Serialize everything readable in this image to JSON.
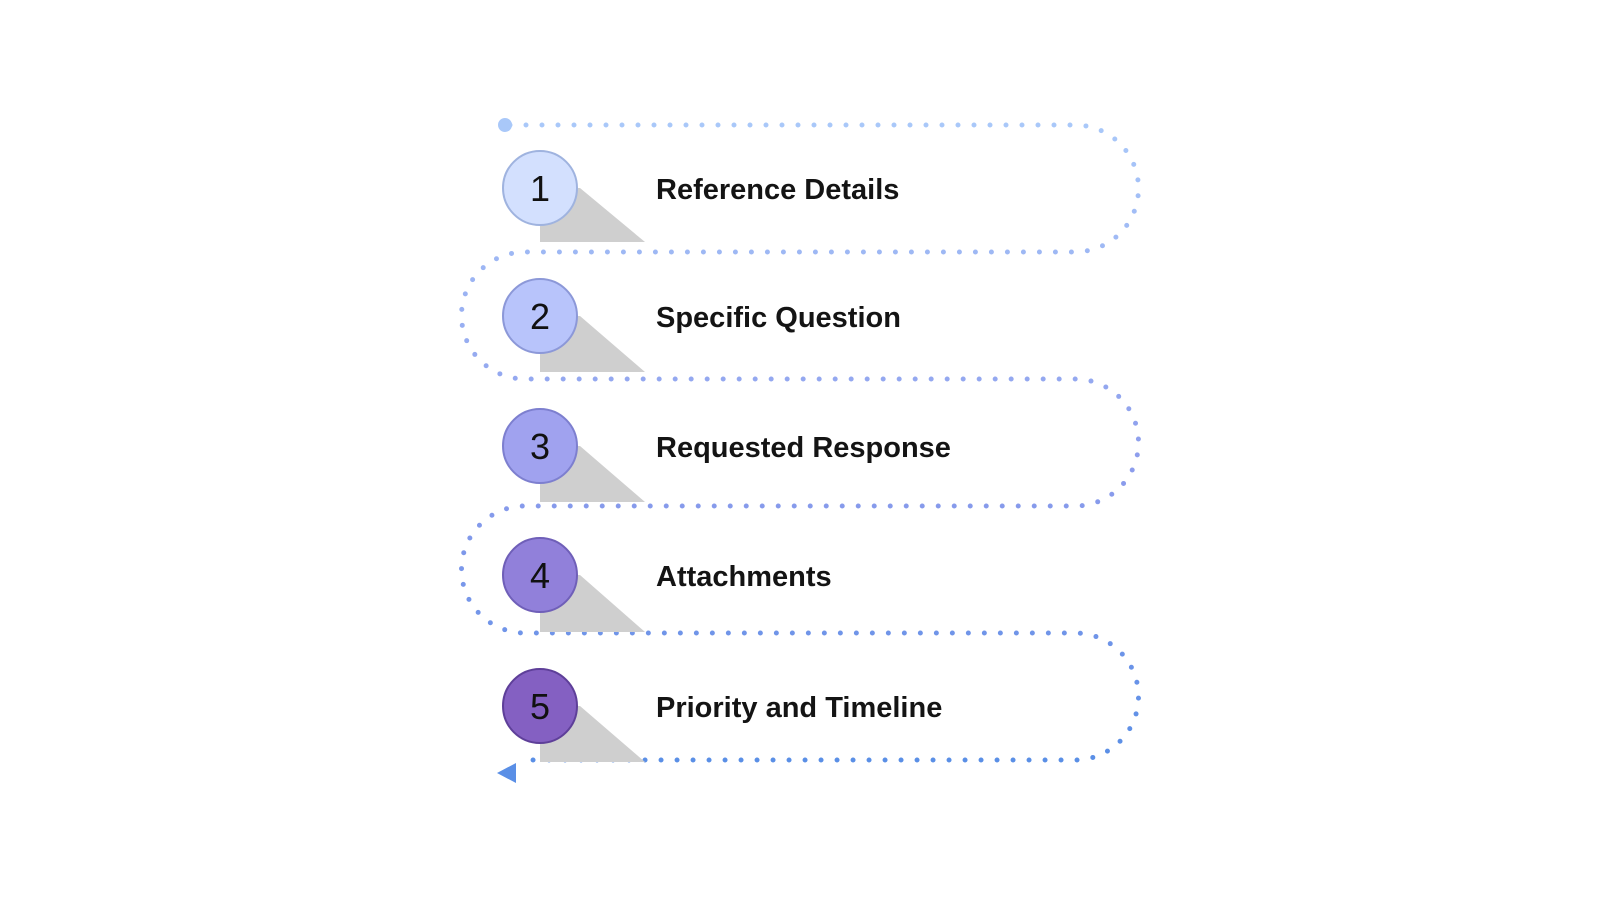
{
  "steps": [
    {
      "number": "1",
      "label": "Reference Details",
      "color": "#d3e0fe",
      "stroke": "#9fb3df"
    },
    {
      "number": "2",
      "label": "Specific Question",
      "color": "#b8c4fb",
      "stroke": "#8c98d8"
    },
    {
      "number": "3",
      "label": "Requested Response",
      "color": "#a0a2ef",
      "stroke": "#7d7fcf"
    },
    {
      "number": "4",
      "label": "Attachments",
      "color": "#9180da",
      "stroke": "#6f5fb8"
    },
    {
      "number": "5",
      "label": "Priority and Timeline",
      "color": "#8460c2",
      "stroke": "#5e3f99"
    }
  ],
  "path_colors": {
    "start": "#a9c8f9",
    "middle": "#8c9cec",
    "end": "#5a8fe6"
  }
}
